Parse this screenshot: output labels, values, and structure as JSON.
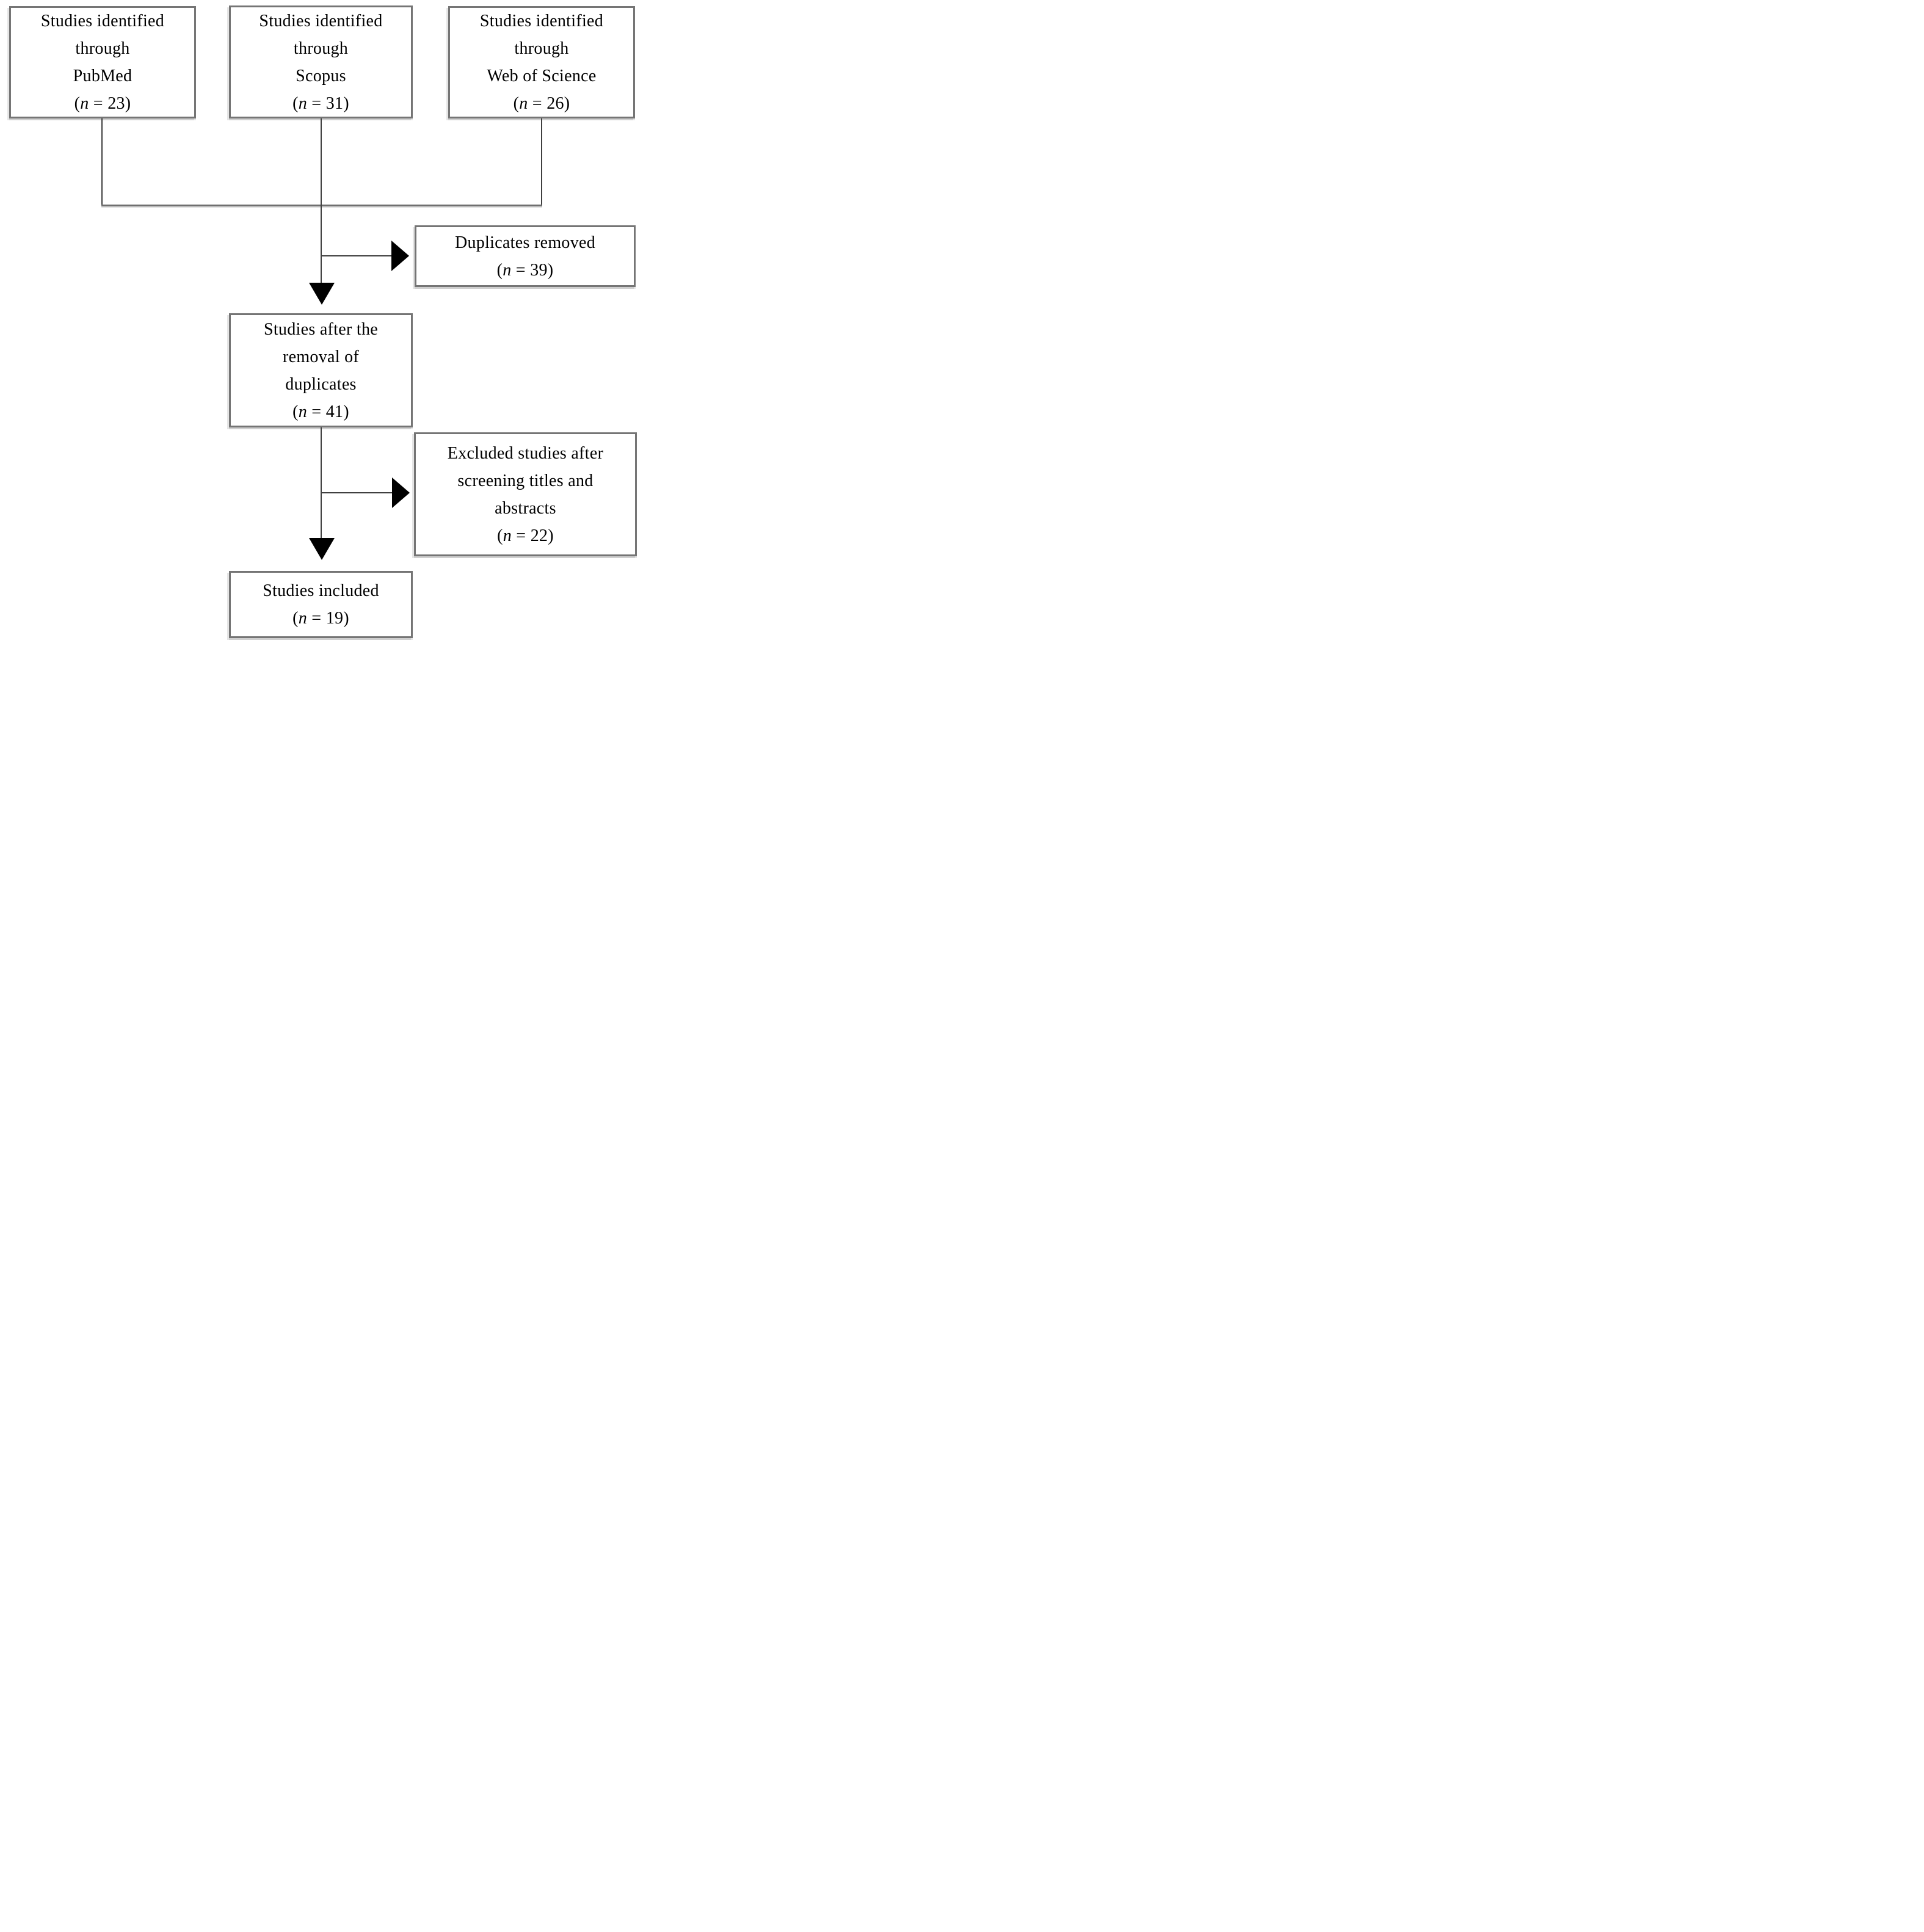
{
  "colors": {
    "background": "#ffffff",
    "box_border": "#757575",
    "line": "#3f3f3f",
    "arrow": "#000000",
    "text": "#000000"
  },
  "boxes": {
    "pubmed": {
      "lines": [
        "Studies identified",
        "through",
        "PubMed"
      ],
      "n_pre": "(",
      "n_italic": "n",
      "n_post": " = 23)"
    },
    "scopus": {
      "lines": [
        "Studies identified",
        "through",
        "Scopus"
      ],
      "n_pre": "(",
      "n_italic": "n",
      "n_post": " = 31)"
    },
    "web_of_science": {
      "lines": [
        "Studies identified",
        "through",
        "Web of Science"
      ],
      "n_pre": "(",
      "n_italic": "n",
      "n_post": " = 26)"
    },
    "duplicates_removed": {
      "lines": [
        "Duplicates removed"
      ],
      "n_pre": "(",
      "n_italic": "n",
      "n_post": " = 39)"
    },
    "after_duplicate_removal": {
      "lines": [
        "Studies after the",
        "removal of",
        "duplicates"
      ],
      "n_pre": "(",
      "n_italic": "n",
      "n_post": " = 41)"
    },
    "excluded_screening": {
      "lines": [
        "Excluded studies after",
        "screening titles and",
        "abstracts"
      ],
      "n_pre": "(",
      "n_italic": "n",
      "n_post": " = 22)"
    },
    "included": {
      "lines": [
        "Studies included"
      ],
      "n_pre": "(",
      "n_italic": "n",
      "n_post": " = 19)"
    }
  },
  "edges": [
    {
      "from": "pubmed",
      "to": "after_duplicate_removal"
    },
    {
      "from": "scopus",
      "to": "after_duplicate_removal"
    },
    {
      "from": "web_of_science",
      "to": "after_duplicate_removal"
    },
    {
      "from": "merge_point",
      "to": "duplicates_removed"
    },
    {
      "from": "after_duplicate_removal",
      "to": "excluded_screening"
    },
    {
      "from": "after_duplicate_removal",
      "to": "included"
    }
  ]
}
